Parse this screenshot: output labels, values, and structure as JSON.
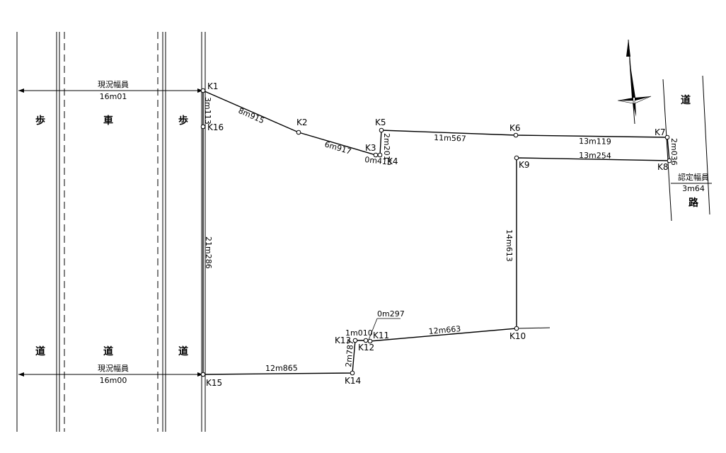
{
  "road_left": {
    "kanji": {
      "walk_top_left": "歩",
      "car_top": "車",
      "walk_top_right": "歩",
      "road_bottom_left": "道",
      "road_bottom_center": "道",
      "road_bottom_right": "道"
    },
    "width_top_label": "現況幅員",
    "width_top_value": "16m01",
    "width_bottom_label": "現況幅員",
    "width_bottom_value": "16m00"
  },
  "road_right": {
    "kanji_top": "道",
    "kanji_bottom": "路",
    "width_label": "認定幅員",
    "width_value": "3m64"
  },
  "points": {
    "K1": "K1",
    "K2": "K2",
    "K3": "K3",
    "K4": "K4",
    "K5": "K5",
    "K6": "K6",
    "K7": "K7",
    "K8": "K8",
    "K9": "K9",
    "K10": "K10",
    "K11": "K11",
    "K12": "K12",
    "K13": "K13",
    "K14": "K14",
    "K15": "K15",
    "K16": "K16"
  },
  "distances": {
    "k1_k16": "3m113",
    "k1_k2": "8m915",
    "k2_k3": "6m917",
    "k3_k4": "0m413",
    "k4_k5": "2m201",
    "k5_k6": "11m567",
    "k6_k7": "13m119",
    "k7_k8": "2m036",
    "k8_k9": "13m254",
    "k9_k10": "14m613",
    "k10_k11": "12m663",
    "k11_k12": "0m297",
    "k12_k13": "1m010",
    "k13_k14": "2m787",
    "k14_k15": "12m865",
    "k15_k1": "21m286"
  }
}
